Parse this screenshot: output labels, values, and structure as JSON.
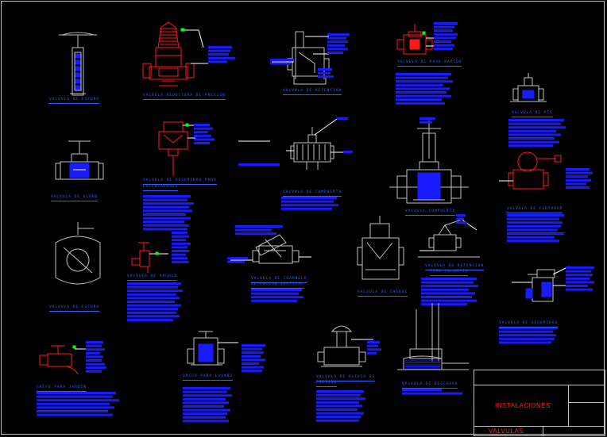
{
  "title_block": {
    "project": "INSTALACIONES",
    "drawing": "VALVULAS"
  },
  "captions": {
    "c1": "VALVULA DE ESFERA",
    "c2": "VALVULA REDUCTORA DE PRESION",
    "c3": "VALVULA DE RETENCION",
    "c4": "VALVULA DE PASO RAPIDO",
    "c5": "VALVULA DE PIE",
    "c6": "VALVULA DE GLOBO",
    "c7": "VALVULA DE SEGURIDAD PARA",
    "c7b": "CALENTADORES",
    "c8": "VALVULA DE COMPUERTA",
    "c9": "VALVULA COMPUERTA",
    "c10": "VALVULA DE FLOTADOR",
    "c11": "VALVULA DE ESFERA",
    "c12": "VALVULA DE ANGULO",
    "c13": "VALVULA DE CHARNELA",
    "c13b": "RETENCION VERTICAL",
    "c14": "VALVULA DE CHOQUE",
    "c15": "VALVULA DE RETENCION",
    "c15b": "TIPO COLUMPIO",
    "c16": "VALVULA DE SEGURIDAD",
    "c17": "GRIFO PARA JARDIN",
    "c18": "GRIFO PARA LAVABO",
    "c19": "VALVULA DE ALIVIO DE",
    "c19b": "PRESION",
    "c20": "VALVULA DE DESCARGA"
  },
  "colors": {
    "background": "#000000",
    "linework": "#c0c0c0",
    "notes": "#1a1aff",
    "highlight": "#ff1a1a",
    "leader": "#ffffff",
    "caption": "#3060ff"
  }
}
